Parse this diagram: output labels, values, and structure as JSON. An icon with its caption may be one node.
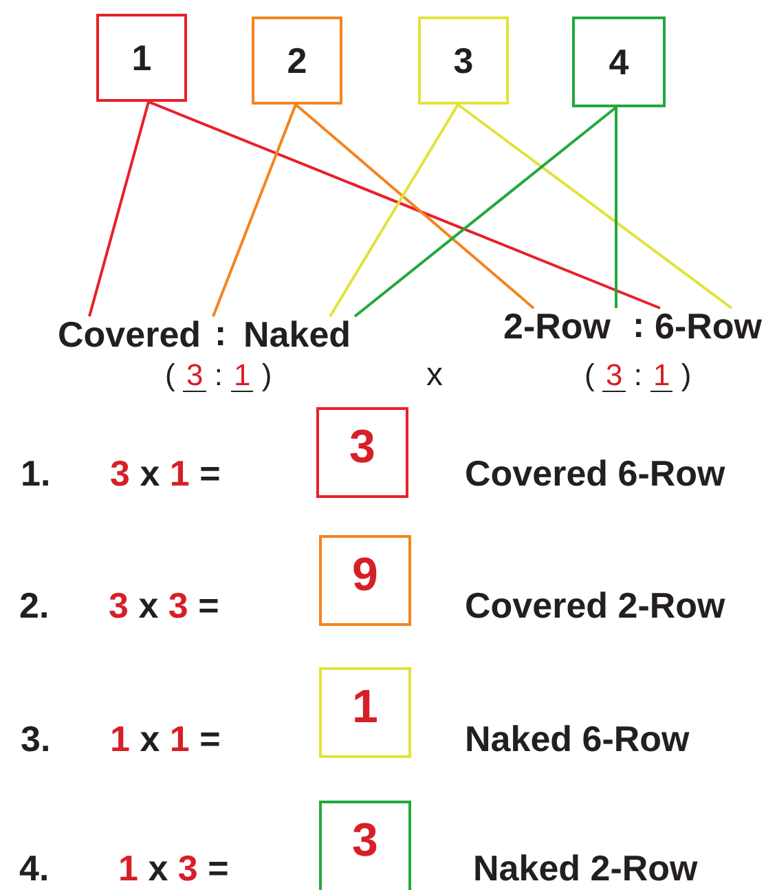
{
  "diagram": {
    "nodes": [
      {
        "text": [
          "1"
        ]
      },
      {
        "text": [
          "2"
        ]
      },
      {
        "text": [
          "3"
        ]
      },
      {
        "text": [
          "4"
        ]
      },
      {
        "text": [
          "Covered"
        ]
      },
      {
        "text": [
          "Naked"
        ]
      },
      {
        "text": [
          "2-Row"
        ]
      },
      {
        "text": [
          "6-Row"
        ]
      },
      {
        "text": [
          "3"
        ]
      },
      {
        "text": [
          "9"
        ]
      },
      {
        "text": [
          "1"
        ]
      },
      {
        "text": [
          "3"
        ]
      }
    ],
    "edges": [
      {
        "from": 0,
        "to": 4,
        "arrow": "none",
        "color": "#e8202a"
      },
      {
        "from": 0,
        "to": 7,
        "arrow": "none",
        "color": "#e8202a"
      },
      {
        "from": 1,
        "to": 4,
        "arrow": "none",
        "color": "#f5841f"
      },
      {
        "from": 1,
        "to": 6,
        "arrow": "none",
        "color": "#f5841f"
      },
      {
        "from": 2,
        "to": 5,
        "arrow": "none",
        "color": "#e2e23a"
      },
      {
        "from": 2,
        "to": 7,
        "arrow": "none",
        "color": "#e2e23a"
      },
      {
        "from": 3,
        "to": 5,
        "arrow": "none",
        "color": "#22a83c"
      },
      {
        "from": 3,
        "to": 6,
        "arrow": "none",
        "color": "#22a83c"
      }
    ],
    "labels": [
      ":",
      ":",
      "( 3 : 1 )",
      "x",
      "( 3 : 1 )",
      "1.",
      "3 x 1 =",
      "Covered 6-Row",
      "2.",
      "3 x 3 =",
      "Covered 2-Row",
      "3.",
      "1 x 1 =",
      "Naked 6-Row",
      "4.",
      "1 x 3 =",
      "Naked 2-Row"
    ]
  }
}
